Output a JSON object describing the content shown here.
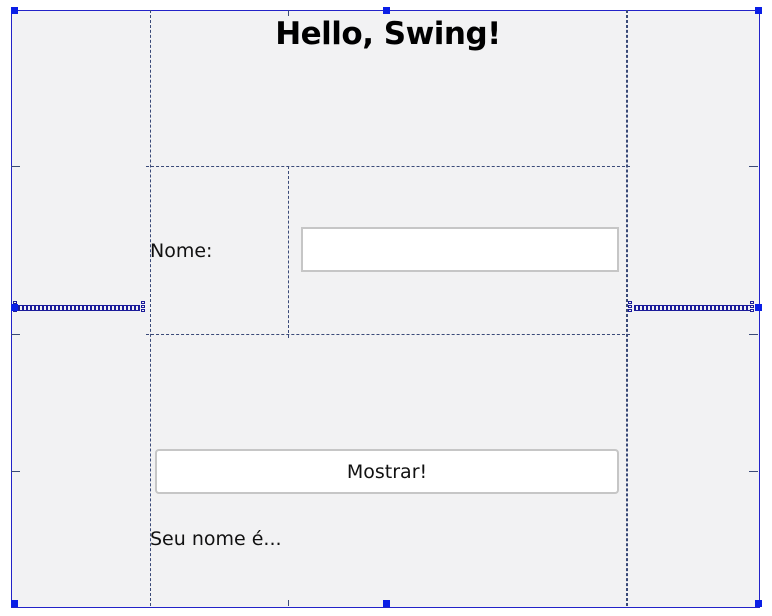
{
  "form": {
    "title": "Hello, Swing!",
    "name_label": "Nome:",
    "name_input_value": "",
    "show_button_label": "Mostrar!",
    "result_label": "Seu nome é..."
  },
  "designer": {
    "panel_border_color": "#2323c8",
    "guide_color": "#3a4a78",
    "handle_color": "#0a1ee6",
    "background_color": "#f2f2f3"
  }
}
